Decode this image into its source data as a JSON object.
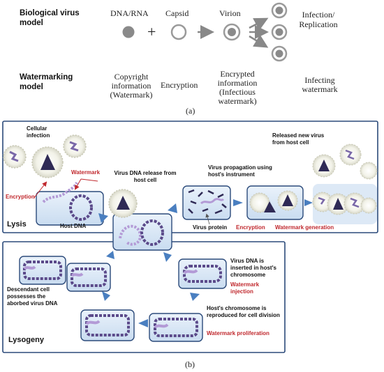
{
  "part_a": {
    "biological_label": "Biological virus model",
    "dna_label": "DNA/RNA",
    "capsid_label": "Capsid",
    "virion_label": "Virion",
    "infection_label": "Infection/ Replication",
    "plus_sign": "+",
    "watermarking_label": "Watermarking model",
    "copyright_label": "Copyright information (Watermark)",
    "encryption_label": "Encryption",
    "encrypted_label": "Encrypted information (Infectious watermark)",
    "infecting_label": "Infecting watermark",
    "caption": "(a)"
  },
  "part_b": {
    "cellular_infection": "Cellular infection",
    "watermark": "Watermark",
    "encryption": "Encryption",
    "virus_dna_release": "Virus DNA release from host cell",
    "virus_propagation": "Virus propagation using host's instrument",
    "released_new_virus": "Released new virus from host cell",
    "lysis": "Lysis",
    "host_dna": "Host DNA",
    "virus_protein": "Virus protein",
    "encryption_2": "Encryption",
    "watermark_generation": "Watermark generation",
    "virus_dna_inserted": "Virus DNA is inserted in host's chromosome",
    "watermark_injection": "Watermark injection",
    "chromosome_reproduced": "Host's chromosome is reproduced for cell division",
    "watermark_proliferation": "Watermark proliferation",
    "descendant_cell": "Descendant cell possesses the aborbed virus DNA",
    "lysogeny": "Lysogeny",
    "caption": "(b)"
  },
  "colors": {
    "accent_red": "#c0282d",
    "panel_border": "#2b4a7a",
    "arrow_blue": "#4a7fc0",
    "dna_purple": "#5b4a8a",
    "cell_fill": "#d8e6f5"
  }
}
